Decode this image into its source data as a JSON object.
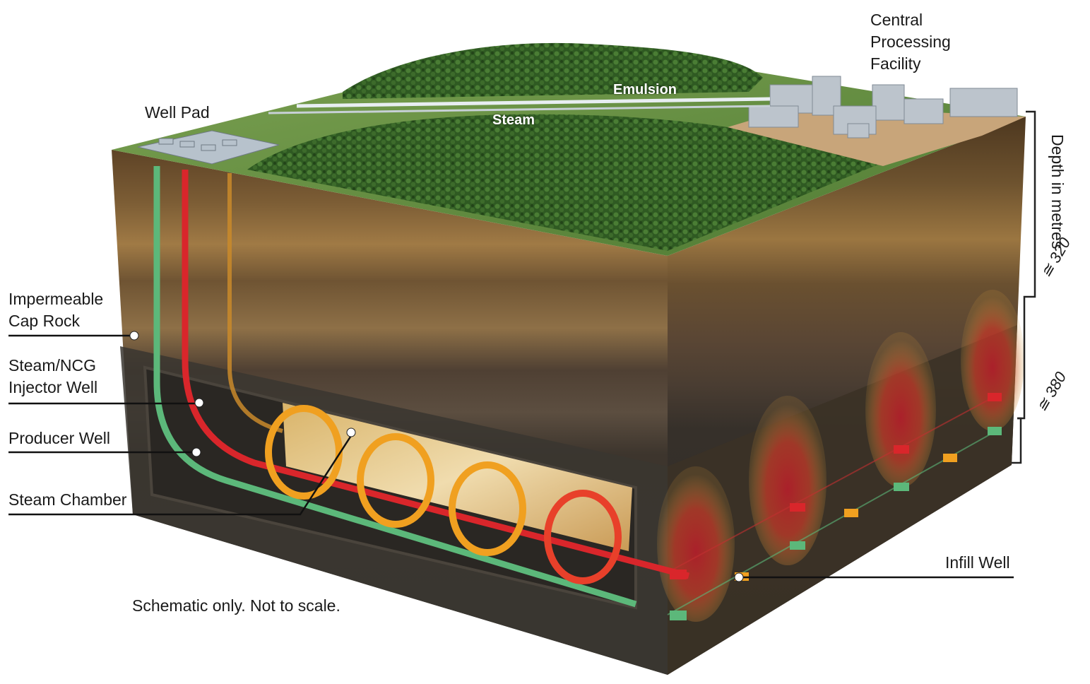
{
  "labels": {
    "well_pad": "Well Pad",
    "emulsion": "Emulsion",
    "steam": "Steam",
    "central_processing_facility": [
      "Central",
      "Processing",
      "Facility"
    ],
    "impermeable_cap_rock": [
      "Impermeable",
      "Cap Rock"
    ],
    "injector_well": [
      "Steam/NCG",
      "Injector Well"
    ],
    "producer_well": "Producer Well",
    "steam_chamber": "Steam Chamber",
    "infill_well": "Infill Well",
    "schematic_note": "Schematic only. Not to scale."
  },
  "depth_scale": {
    "title": "Depth in metres",
    "marks": [
      "≅ 320",
      "≅ 380"
    ]
  },
  "colors": {
    "forest": "#3f6a2c",
    "soil_top": "#6b5232",
    "soil_mid": "#8a6a3c",
    "rock_dark": "#3b352c",
    "injector": "#d9262b",
    "producer": "#5cb87a",
    "steam_chamber": "#e8c27a",
    "steam_loop": "#f0a020"
  }
}
